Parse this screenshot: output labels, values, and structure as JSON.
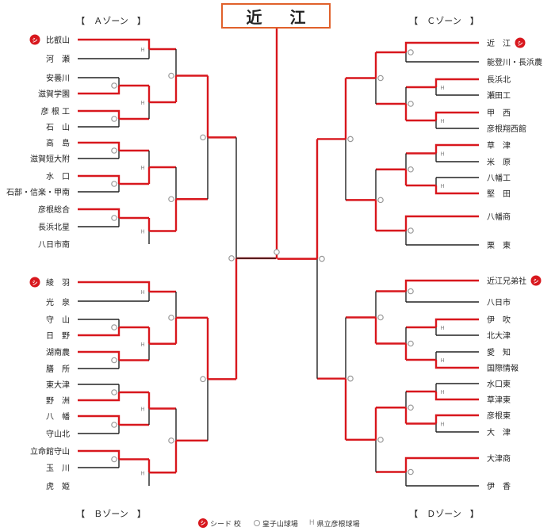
{
  "champion": "近 江",
  "zones": {
    "A": "【　Ａゾーン　】",
    "B": "【　Ｂゾーン　】",
    "C": "【　Ｃゾーン　】",
    "D": "【　Ｄゾーン　】"
  },
  "teams": {
    "left": [
      "比叡山",
      "河　瀬",
      "安曇川",
      "滋賀学園",
      "彦 根 工",
      "石　山",
      "高　島",
      "滋賀短大附",
      "水　口",
      "石部・信楽・甲南",
      "彦根総合",
      "長浜北星",
      "八日市南",
      "綾　羽",
      "光　泉",
      "守　山",
      "日　野",
      "湖南農",
      "膳　所",
      "東大津",
      "野　洲",
      "八　幡",
      "守山北",
      "立命館守山",
      "玉　川",
      "虎　姫"
    ],
    "right": [
      "近　江",
      "能登川・長浜農",
      "長浜北",
      "瀬田工",
      "甲　西",
      "彦根翔西館",
      "草　津",
      "米　原",
      "八幡工",
      "堅　田",
      "八幡商",
      "栗　東",
      "近江兄弟社",
      "八日市",
      "伊　吹",
      "北大津",
      "愛　知",
      "国際情報",
      "水口東",
      "草津東",
      "彦根東",
      "大　津",
      "大津商",
      "伊　香"
    ]
  },
  "seed_mark": "シ",
  "legend": {
    "seed": "シード 校",
    "koshien": "皇子山球場",
    "hikone": "県立彦根球場",
    "hikone_mark": "H"
  },
  "colors": {
    "win": "#d8171d",
    "lose": "#222222",
    "champ_border": "#e0612b",
    "venue_mark": "#999999"
  }
}
